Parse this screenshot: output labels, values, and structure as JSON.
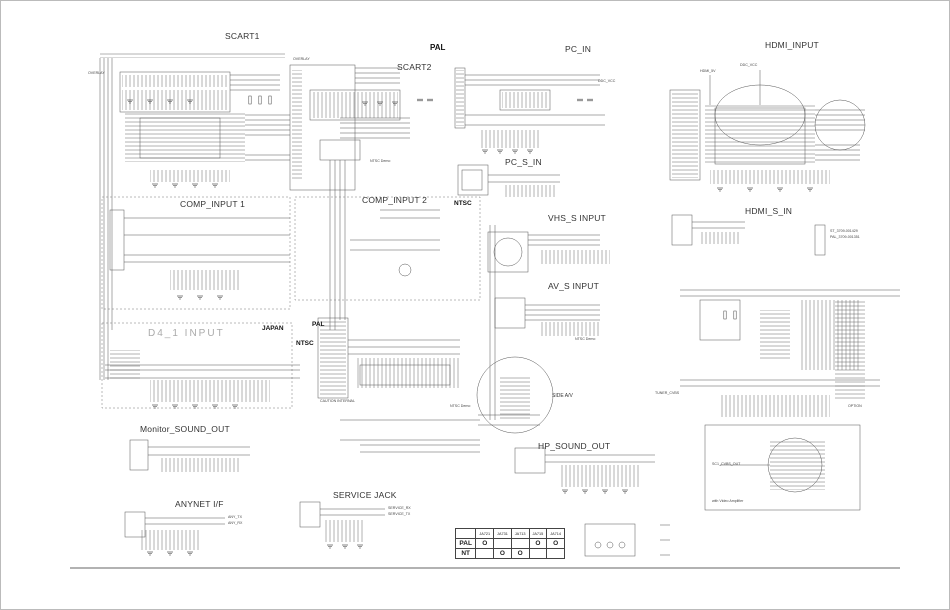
{
  "sections": {
    "scart1": "SCART1",
    "scart2": "SCART2",
    "pal_top": "PAL",
    "pc_in": "PC_IN",
    "hdmi_input": "HDMI_INPUT",
    "pc_s_in": "PC_S_IN",
    "comp_input1": "COMP_INPUT 1",
    "comp_input2": "COMP_INPUT 2",
    "ntsc_comp2": "NTSC",
    "vhs_s_input": "VHS_S INPUT",
    "hdmi_s_in": "HDMI_S_IN",
    "d4_input": "D4_1 INPUT",
    "japan": "JAPAN",
    "pal_mid": "PAL",
    "ntsc_mid": "NTSC",
    "av_s_input": "AV_S INPUT",
    "side_av": "SIDE A/V",
    "monitor_sound_out": "Monitor_SOUND_OUT",
    "hp_sound_out": "HP_SOUND_OUT",
    "anynet": "ANYNET I/F",
    "service_jack": "SERVICE JACK"
  },
  "small_labels": {
    "overlay1": "OVERLAY",
    "overlay2": "OVERLAY",
    "caution": "CAUTION INTERNAL",
    "ntsc_demo": "NTSC Demo",
    "ntsc_demo2": "NTSC Demo",
    "ntsc_demo3": "NTSC Demo",
    "ddc_vcc": "DDC_VCC",
    "ddc_vcc2": "DDC_VCC",
    "hdmi_5v": "HDMI_5V",
    "st_note": "ST_3709-001429",
    "pal_note": "PAL_3709-001351",
    "option": "OPTION",
    "anynet_tx": "ANY_TX",
    "anynet_rx": "ANY_RX",
    "service_rx": "SERVICE_RX",
    "service_tx": "SERVICE_TX",
    "sc1_cvbs_out": "SC1_CVBS_OUT",
    "tuner_cvbs": "TUNER_CVBS",
    "video_amp": "with Video Amplifier"
  },
  "jack_table": {
    "headers": [
      "",
      "JA721",
      "JA731",
      "JA713",
      "JA715",
      "JA714"
    ],
    "rows": [
      {
        "region": "PAL",
        "cells": [
          "O",
          "",
          "",
          "O",
          "O"
        ]
      },
      {
        "region": "NT",
        "cells": [
          "",
          "O",
          "O",
          "",
          ""
        ]
      }
    ]
  }
}
